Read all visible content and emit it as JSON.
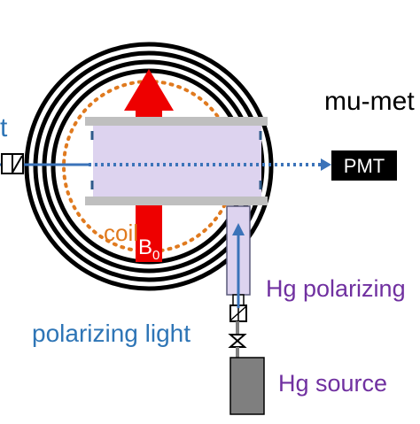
{
  "labels": {
    "mu_metal": "mu-met",
    "light_left": "t",
    "pmt": "PMT",
    "coil": "coil",
    "b0_main": "B",
    "b0_sub": "0",
    "hg_polarizing": "Hg polarizing",
    "polarizing_light": "polarizing light",
    "hg_source": "Hg source"
  },
  "colors": {
    "shield": "#000000",
    "coil": "#e07a1f",
    "field_arrow": "#ee0000",
    "beam": "#3b73b9",
    "cell_fill": "#ddd3ef",
    "electrode": "#bfbfbf",
    "text_blue": "#2e75b6",
    "text_orange": "#e07a1f",
    "text_purple": "#7030a0",
    "pmt_box": "#000000",
    "source": "#7f7f7f"
  }
}
